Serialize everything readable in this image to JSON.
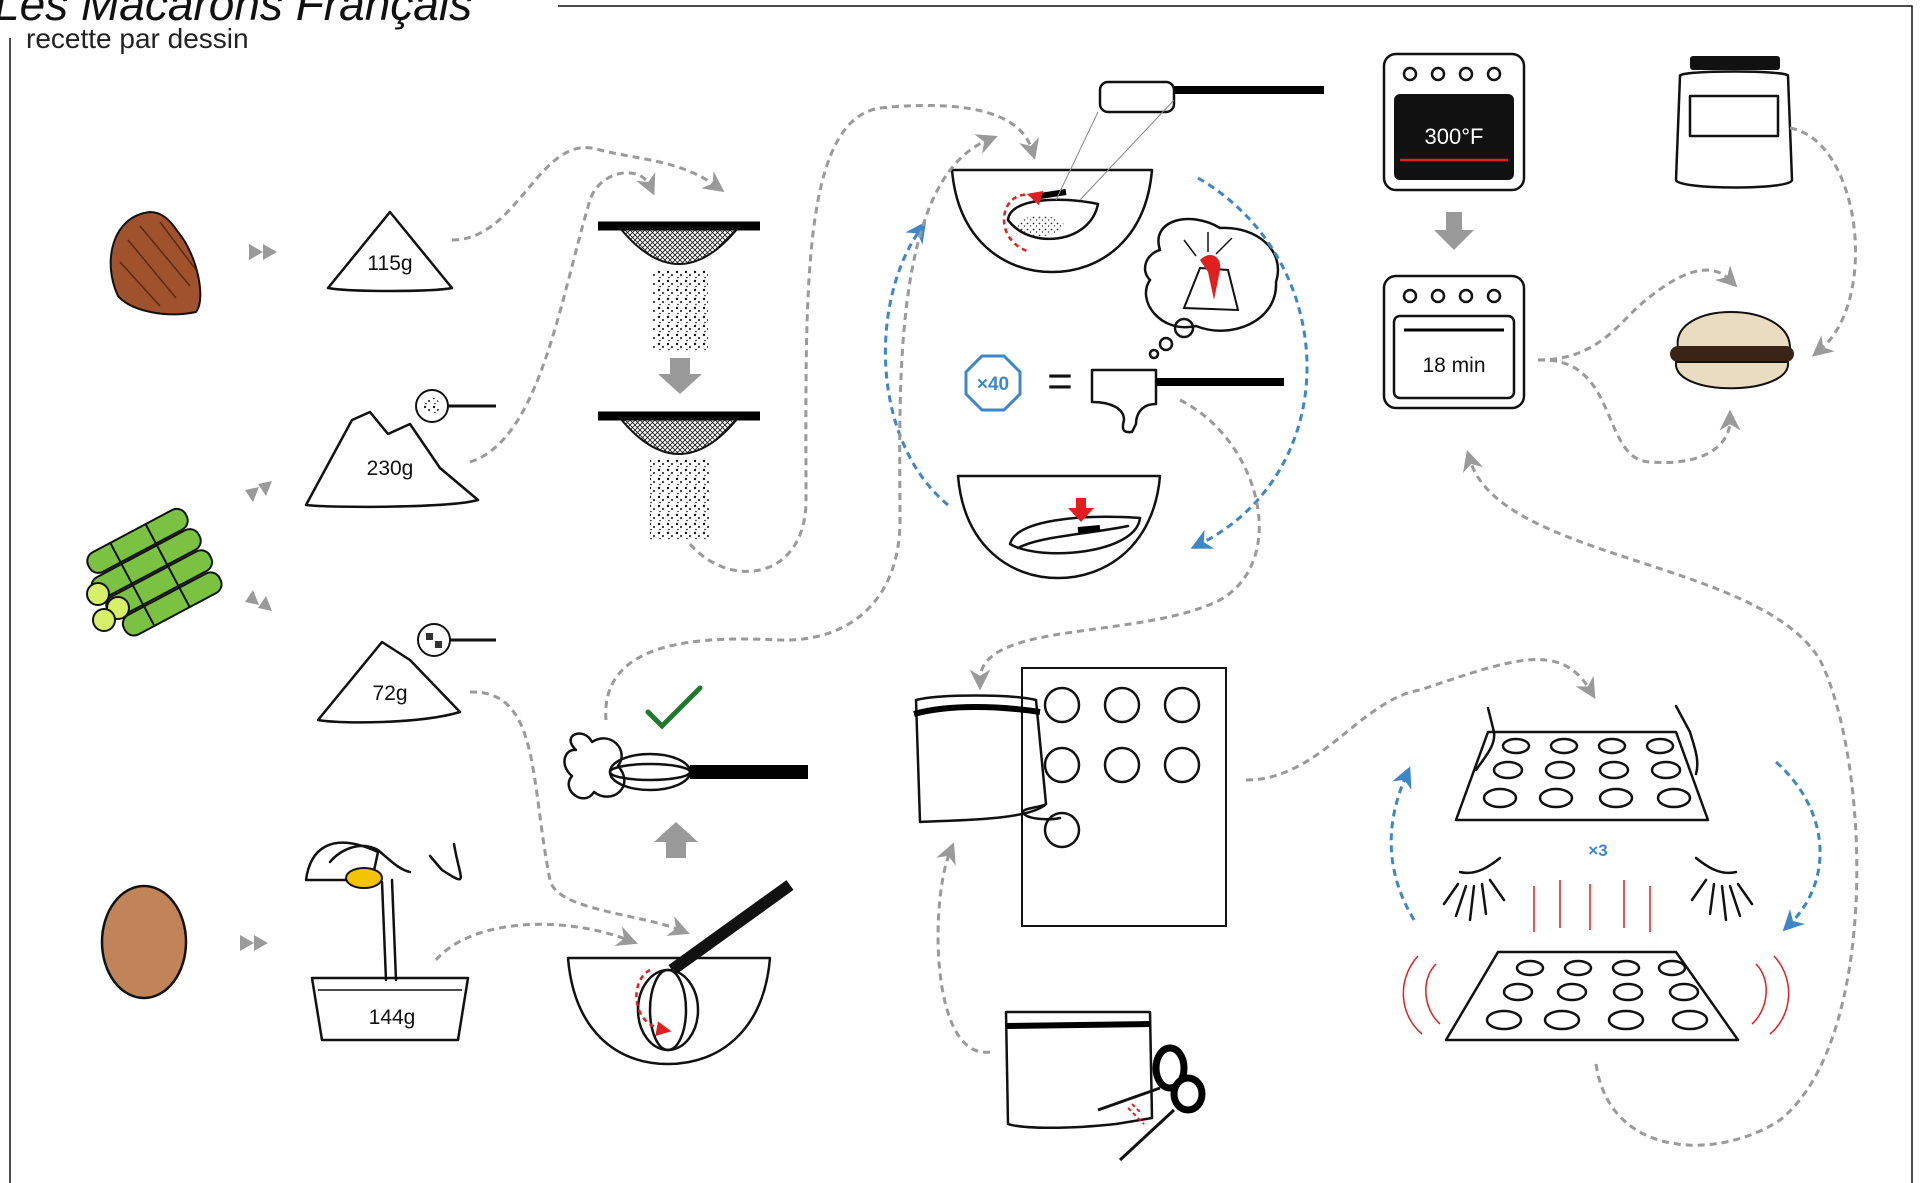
{
  "header": {
    "title": "Les Macarons Français",
    "subtitle": "recette par dessin"
  },
  "quantities": {
    "almond_flour": "115g",
    "powdered_sugar": "230g",
    "granulated_sugar": "72g",
    "egg_whites": "144g"
  },
  "fold": {
    "count": "×40",
    "equals": "="
  },
  "oven": {
    "temperature": "300°F",
    "bake_time": "18 min"
  },
  "tap": {
    "count": "×3"
  },
  "colors": {
    "flow_arrow": "#9a9a9a",
    "loop_arrow": "#3d87c8",
    "accent_red": "#e02020",
    "check_green": "#1f7a2e",
    "almond": "#a0522d",
    "sugarcane": "#7cc242",
    "egg": "#c08458",
    "yolk": "#f5c400",
    "macaron_shell": "#eadcc0",
    "macaron_filling": "#3a2418"
  },
  "icons": [
    "almond-icon",
    "sugarcane-icon",
    "egg-icon",
    "sieve-icon",
    "whisk-icon",
    "spatula-icon",
    "piping-bag-icon",
    "baking-sheet-icon",
    "oven-icon",
    "jar-icon",
    "macaron-icon",
    "scissors-icon"
  ]
}
